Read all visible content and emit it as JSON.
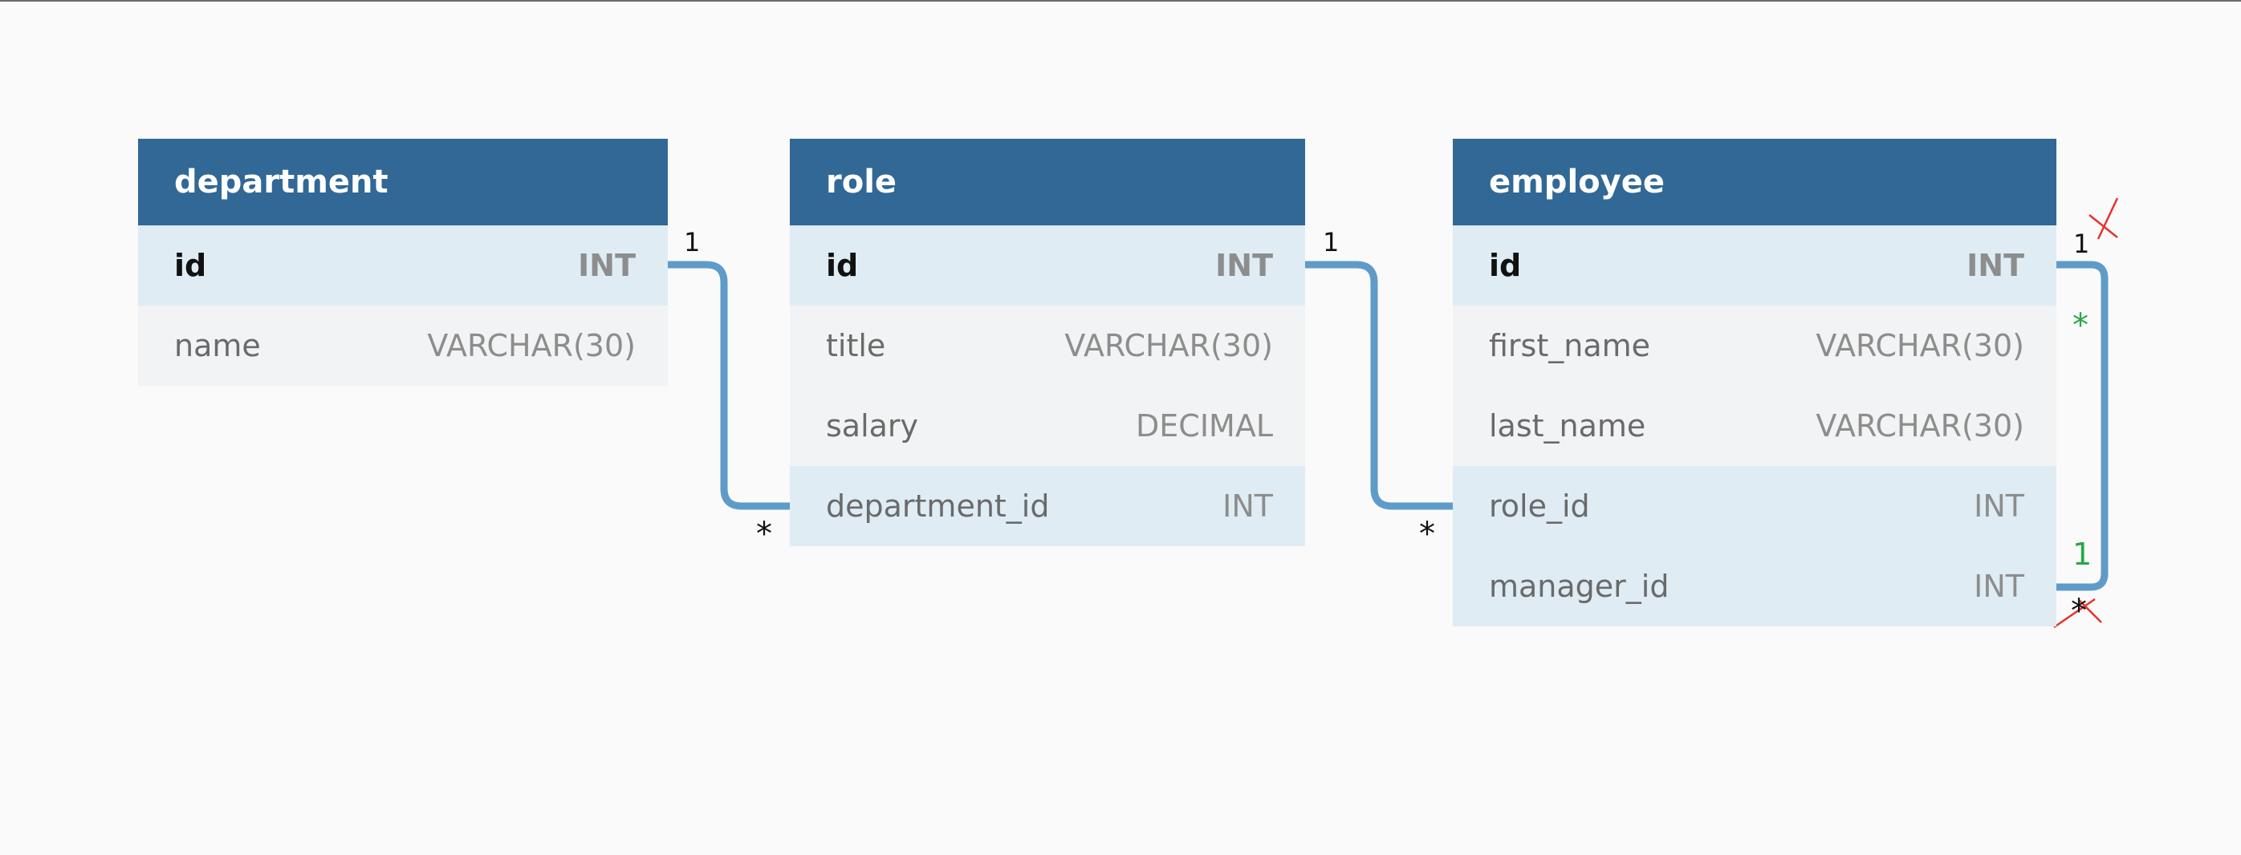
{
  "tables": [
    {
      "name": "department",
      "columns": [
        {
          "name": "id",
          "type": "INT"
        },
        {
          "name": "name",
          "type": "VARCHAR(30)"
        }
      ]
    },
    {
      "name": "role",
      "columns": [
        {
          "name": "id",
          "type": "INT"
        },
        {
          "name": "title",
          "type": "VARCHAR(30)"
        },
        {
          "name": "salary",
          "type": "DECIMAL"
        },
        {
          "name": "department_id",
          "type": "INT"
        }
      ]
    },
    {
      "name": "employee",
      "columns": [
        {
          "name": "id",
          "type": "INT"
        },
        {
          "name": "first_name",
          "type": "VARCHAR(30)"
        },
        {
          "name": "last_name",
          "type": "VARCHAR(30)"
        },
        {
          "name": "role_id",
          "type": "INT"
        },
        {
          "name": "manager_id",
          "type": "INT"
        }
      ]
    }
  ],
  "relationships": [
    {
      "from": "department.id",
      "to": "role.department_id",
      "from_card": "1",
      "to_card": "*"
    },
    {
      "from": "role.id",
      "to": "employee.role_id",
      "from_card": "1",
      "to_card": "*"
    },
    {
      "from": "employee.id",
      "to": "employee.manager_id",
      "from_card": "1",
      "to_card": "*",
      "annotations": {
        "green_star": "*",
        "green_one": "1"
      }
    }
  ],
  "colors": {
    "header": "#316895",
    "connector": "#5f9bc9",
    "annotation_red": "#e8322e",
    "annotation_green": "#29a746"
  }
}
